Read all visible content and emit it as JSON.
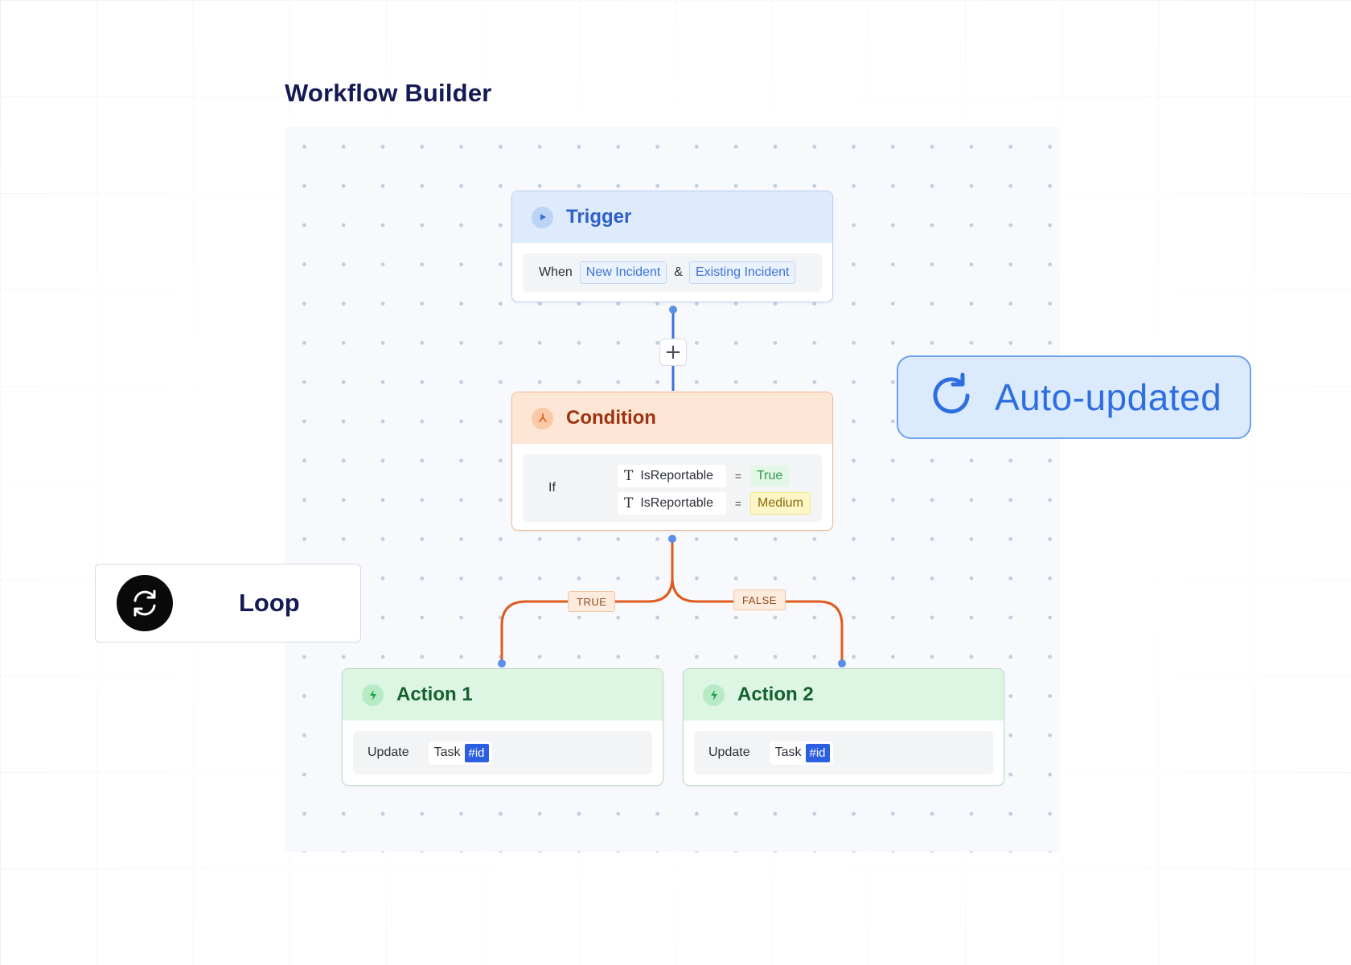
{
  "page": {
    "title": "Workflow Builder"
  },
  "trigger": {
    "title": "Trigger",
    "icon": "play-icon",
    "when_label": "When",
    "events": [
      "New Incident",
      "Existing Incident"
    ],
    "joiner": "&"
  },
  "add_step": {
    "icon": "plus-icon",
    "label": "+"
  },
  "condition": {
    "title": "Condition",
    "icon": "branch-icon",
    "if_label": "If",
    "rules": [
      {
        "field": "IsReportable",
        "operator": "=",
        "value": "True"
      },
      {
        "field": "IsReportable",
        "operator": "=",
        "value": "Medium"
      }
    ]
  },
  "branches": {
    "true_label": "TRUE",
    "false_label": "FALSE"
  },
  "actions": [
    {
      "title": "Action 1",
      "icon": "bolt-icon",
      "verb": "Update",
      "object": "Task",
      "tag": "#id"
    },
    {
      "title": "Action 2",
      "icon": "bolt-icon",
      "verb": "Update",
      "object": "Task",
      "tag": "#id"
    }
  ],
  "auto_updated": {
    "label": "Auto-updated",
    "icon": "refresh-icon"
  },
  "loop": {
    "label": "Loop",
    "icon": "loop-icon"
  },
  "colors": {
    "title_navy": "#151a55",
    "trigger_blue": "#2f5fc7",
    "condition_orange": "#e05a1c",
    "action_green": "#14602f",
    "connector_blue": "#3f6fd8",
    "connector_orange": "#e15a1d",
    "badge_blue": "#2e6fe0"
  }
}
